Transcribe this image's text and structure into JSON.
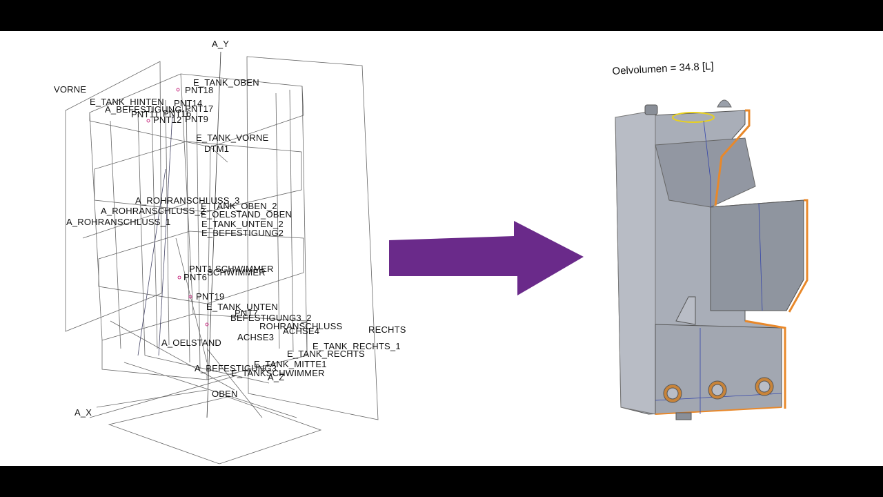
{
  "wireframe": {
    "labels": {
      "a_y": "A_Y",
      "vorne": "VORNE",
      "e_tank_oben": "E_TANK_OBEN",
      "pnt18": "PNT18",
      "e_tank_hinten": "E_TANK_HINTEN",
      "pnt14": "PNT14",
      "a_befestigung": "A_BEFESTIGUNG",
      "pnt17": "PNT17",
      "pnt11": "PNT11",
      "pnt16": "PNT16",
      "pnt12": "PNT12",
      "pnt9": "PNT9",
      "e_tank_vorne": "E_TANK_VORNE",
      "dtm1": "DTM1",
      "a_rohranschluss_3": "A_ROHRANSCHLUSS_3",
      "a_rohranschluss_2": "A_ROHRANSCHLUSS_2",
      "e_tank_oben_2": "E_TANK_OBEN_2",
      "e_oelstand_oben": "E_OELSTAND_OBEN",
      "a_rohranschluss_1": "A_ROHRANSCHLUSS_1",
      "e_tank_unten_2": "E_TANK_UNTEN_2",
      "e_befestigung2": "E_BEFESTIGUNG2",
      "pnt1_schwimmer": "PNT1 SCHWIMMER",
      "schwimmer": "SCHWIMMER",
      "pnt6": "PNT6",
      "pnt19": "PNT19",
      "e_tank_unten": "E_TANK_UNTEN",
      "pnt7": "PNT7",
      "befestigung3_2": "BEFESTIGUNG3_2",
      "rohranschluss": "ROHRANSCHLUSS",
      "achse4": "ACHSE4",
      "achse3": "ACHSE3",
      "a_oelstand": "A_OELSTAND",
      "rechts": "RECHTS",
      "e_tank_rechts_1": "E_TANK_RECHTS_1",
      "e_tank_rechts": "E_TANK_RECHTS",
      "e_tank_mitte1": "E_TANK_MITTE1",
      "a_befestigung3": "A_BEFESTIGUNG3",
      "e_tank_schwimmer": "E_TANKSCHWIMMER",
      "a_z": "A_Z",
      "oben": "OBEN",
      "a_x": "A_X"
    }
  },
  "model": {
    "volume_label": "Oelvolumen = 34.8 [L]"
  },
  "colors": {
    "arrow": "#6a2a8a",
    "tank_body": "#a9aeb8",
    "tank_edge": "#e8882a",
    "wire_line": "#555555"
  }
}
